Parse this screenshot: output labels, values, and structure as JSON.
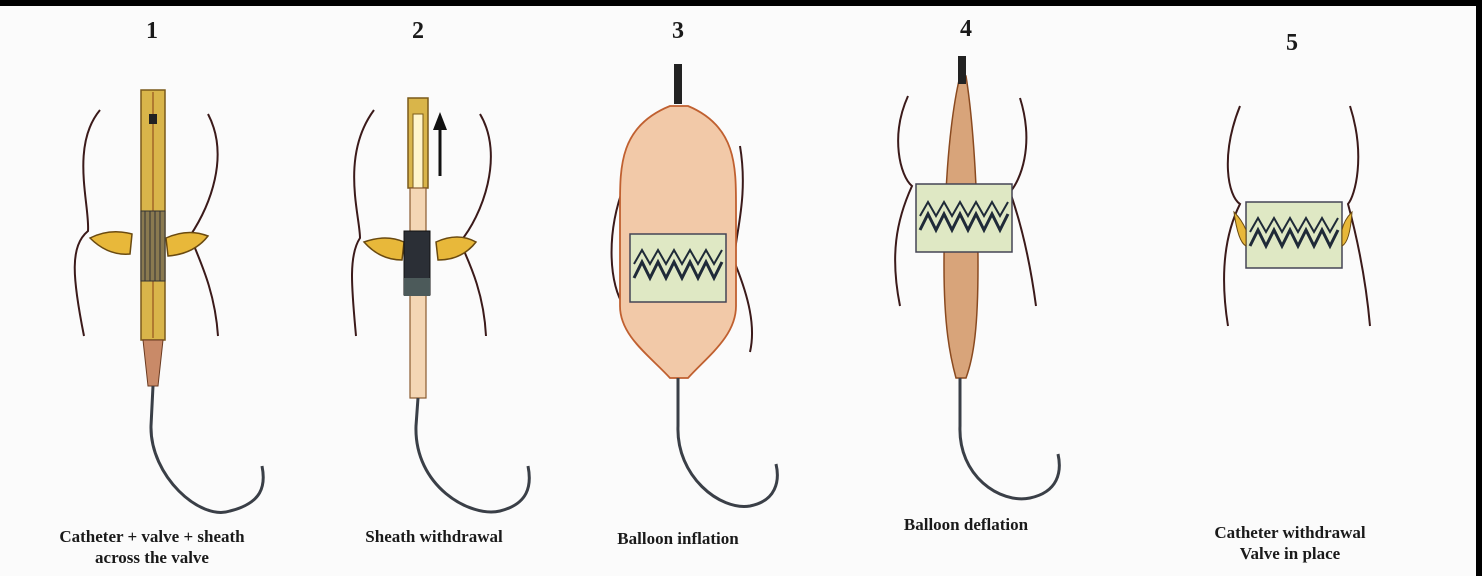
{
  "steps": [
    {
      "number": "1",
      "caption_line1": "Catheter + valve + sheath",
      "caption_line2": "across the valve"
    },
    {
      "number": "2",
      "caption_line1": "Sheath withdrawal",
      "caption_line2": ""
    },
    {
      "number": "3",
      "caption_line1": "Balloon inflation",
      "caption_line2": ""
    },
    {
      "number": "4",
      "caption_line1": "Balloon deflation",
      "caption_line2": ""
    },
    {
      "number": "5",
      "caption_line1": "Catheter withdrawal",
      "caption_line2": "Valve in place"
    }
  ],
  "colors": {
    "background": "#fbfbfb",
    "frame": "#000000",
    "catheter_tube": "#d9b54a",
    "balloon": "#f2c9a8",
    "stent_band": "#dfe8c4",
    "stent_mesh": "#1f2a38",
    "leaflet": "#e8b83a",
    "aorta_wall": "#3b1a1a",
    "guidewire": "#3a3f47"
  }
}
